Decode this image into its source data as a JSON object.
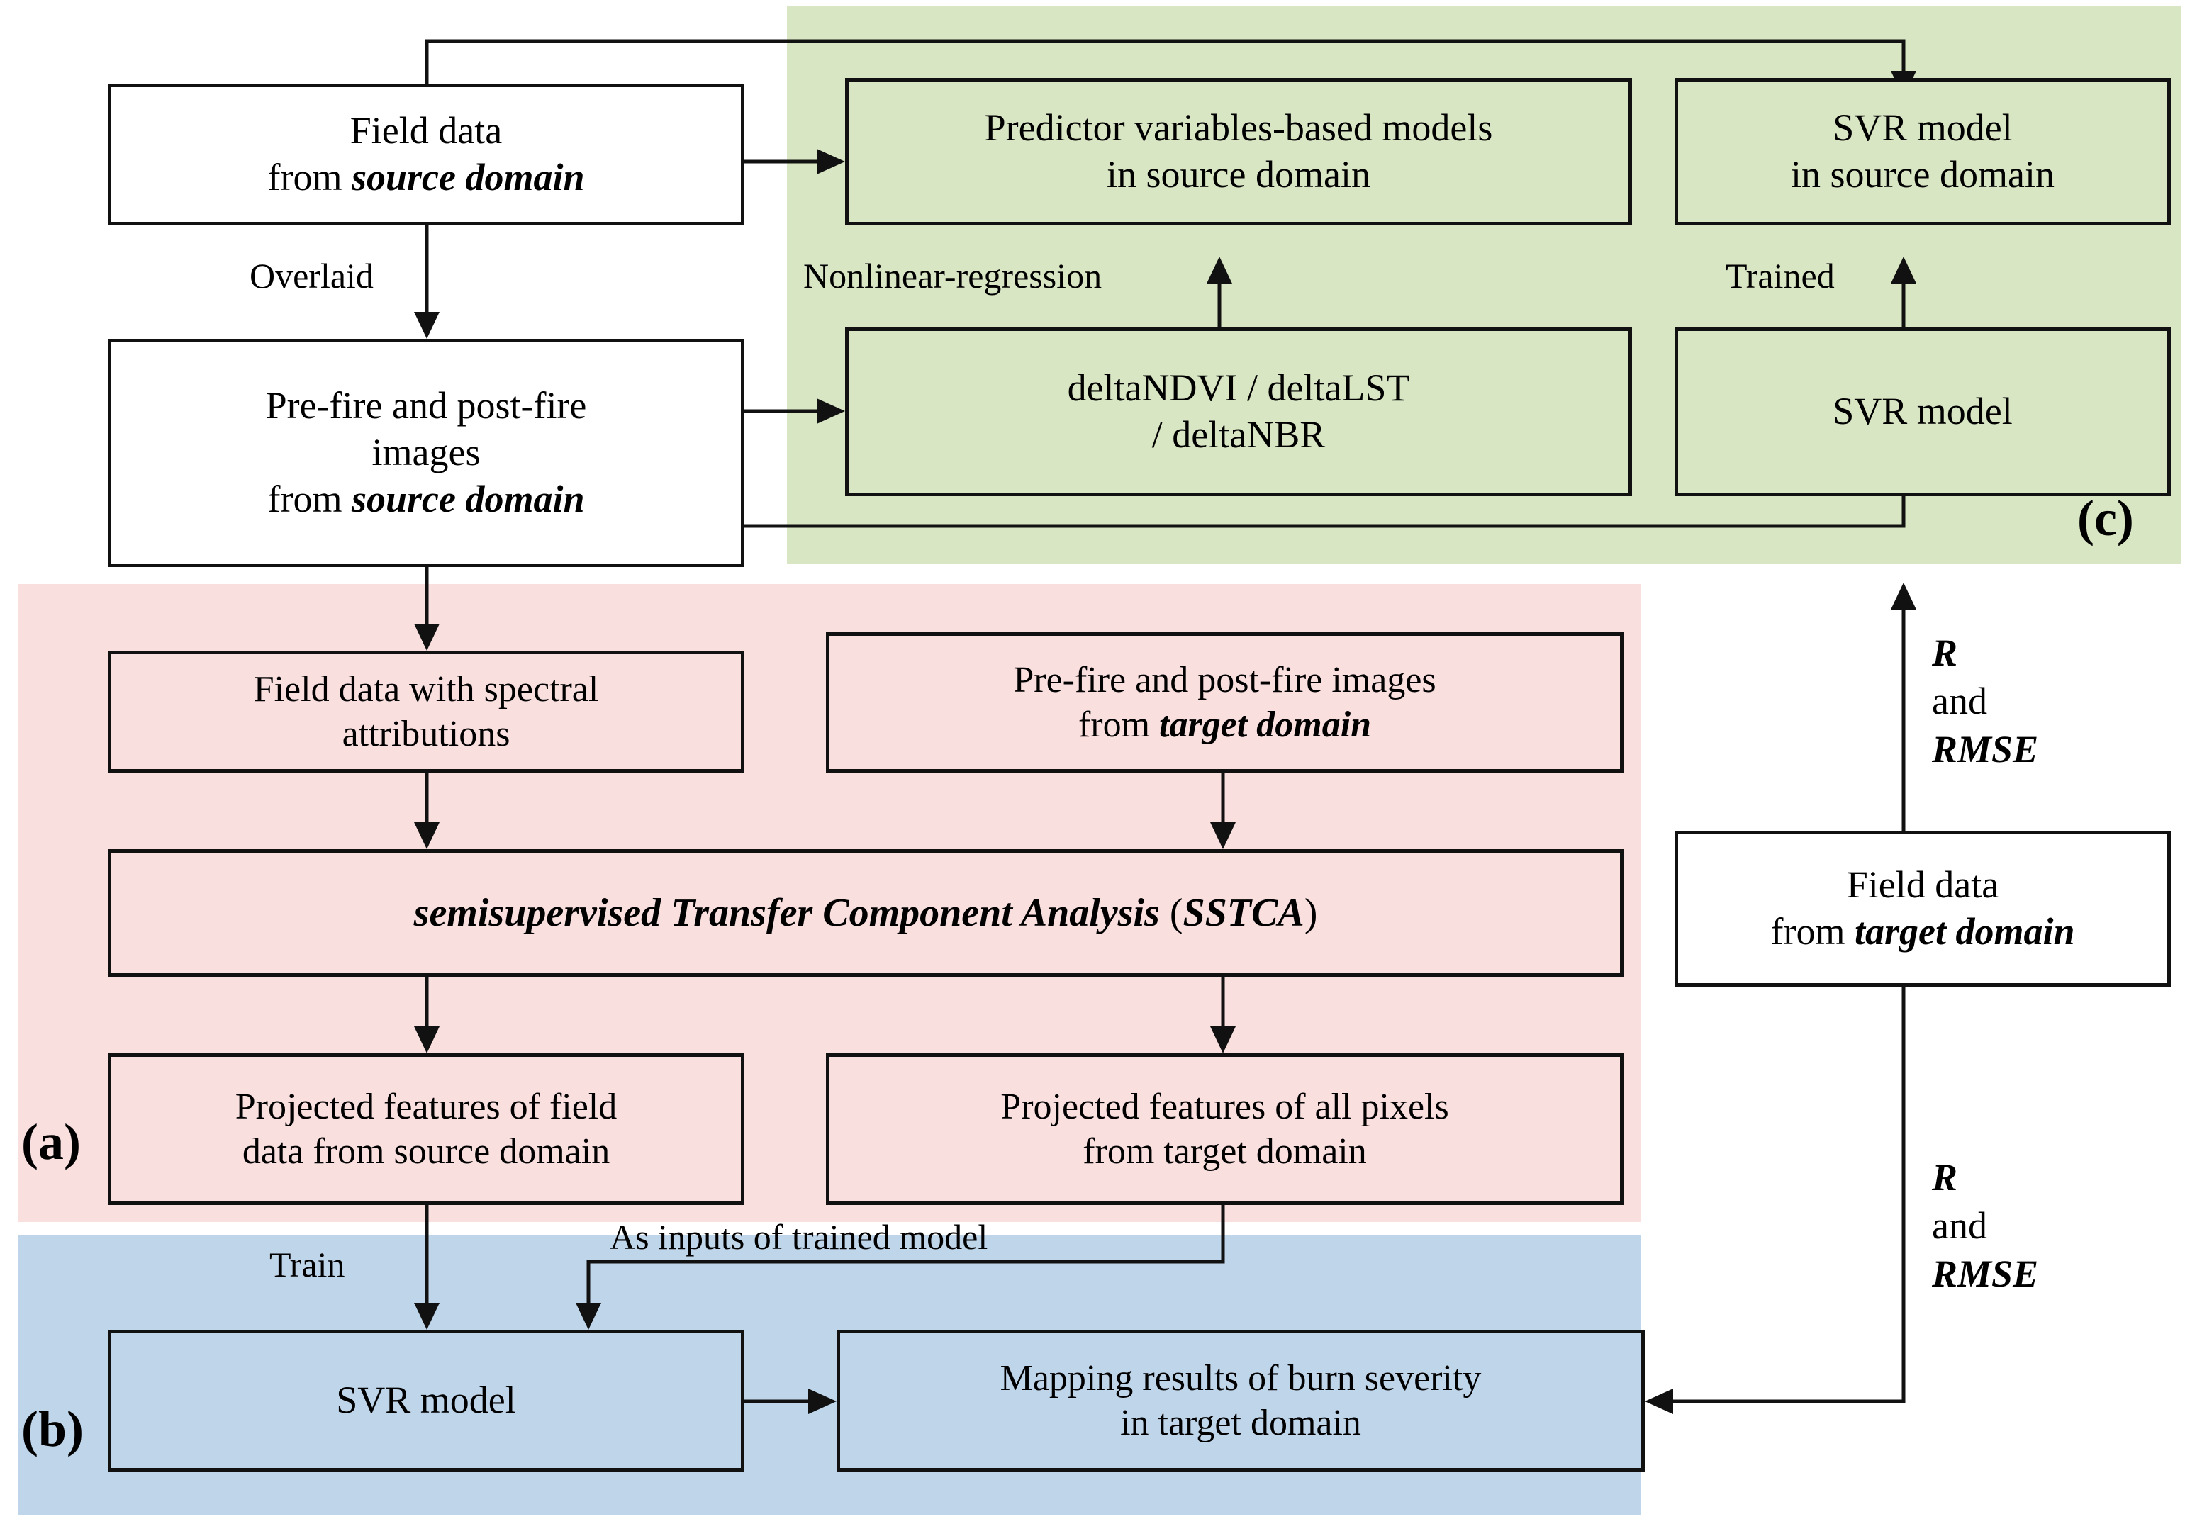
{
  "figure": {
    "type": "flowchart",
    "panels": [
      {
        "id": "a",
        "tag": "(a)",
        "color": "#fadfdf",
        "name": "sstca-panel"
      },
      {
        "id": "b",
        "tag": "(b)",
        "color": "#bfd5ea",
        "name": "svr-mapping-panel"
      },
      {
        "id": "c",
        "tag": "(c)",
        "color": "#d9e6c4",
        "name": "source-domain-models-panel"
      }
    ],
    "nodes": {
      "field_data_source": {
        "line1": "Field data",
        "line2_plain": "from ",
        "line2_em": "source domain"
      },
      "prefire_postfire_source": {
        "line1": "Pre-fire and post-fire",
        "line2": "images",
        "line3_plain": "from ",
        "line3_em": "source domain"
      },
      "predictor_models": {
        "line1": "Predictor variables-based models",
        "line2": "in source domain"
      },
      "svr_model_source": {
        "line1": "SVR model",
        "line2": "in source domain"
      },
      "delta_indices": {
        "line1": "deltaNDVI / deltaLST",
        "line2": "/ deltaNBR"
      },
      "svr_model_c": {
        "line1": "SVR model"
      },
      "field_data_spectral": {
        "line1": "Field data with spectral",
        "line2": "attributions"
      },
      "prefire_postfire_target": {
        "line1": "Pre-fire and post-fire images",
        "line2_plain": "from ",
        "line2_em": "target domain"
      },
      "sstca": {
        "em": "semisupervised Transfer Component Analysis",
        "plain": " (",
        "em2": "SSTCA",
        "plain2": ")"
      },
      "projected_source": {
        "line1": "Projected features of field",
        "line2": "data from source domain"
      },
      "projected_target": {
        "line1": "Projected features of all pixels",
        "line2": "from target domain"
      },
      "svr_model_b": {
        "line1": "SVR model"
      },
      "mapping_results": {
        "line1": "Mapping results of burn severity",
        "line2": "in target domain"
      },
      "field_data_target": {
        "line1": "Field data",
        "line2_plain": "from ",
        "line2_em": "target domain"
      }
    },
    "edge_labels": {
      "overlaid": "Overlaid",
      "nonlinear_regression": "Nonlinear-regression",
      "trained": "Trained",
      "train": "Train",
      "as_inputs": "As inputs of trained model",
      "r_top": "R",
      "and_top": "and",
      "rmse_top": "RMSE",
      "r_bottom": "R",
      "and_bottom": "and",
      "rmse_bottom": "RMSE"
    },
    "colors": {
      "green": "#d9e6c4",
      "pink": "#fadfdf",
      "blue": "#bfd5ea",
      "stroke": "#111111",
      "white": "#ffffff"
    }
  }
}
